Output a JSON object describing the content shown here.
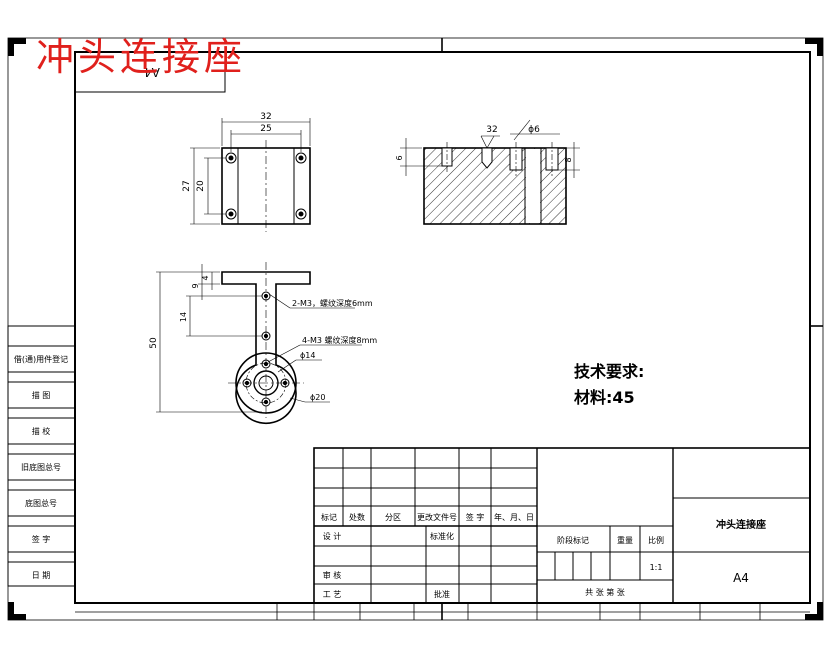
{
  "title_red": "冲头连接座",
  "title_box_text": "A4",
  "colors": {
    "line": "#000000",
    "title_red": "#e0201c",
    "dim_center": "#000000"
  },
  "top_view": {
    "dim_width_outer": "32",
    "dim_width_inner": "25",
    "dim_height_outer": "27",
    "dim_height_inner": "20"
  },
  "section_view": {
    "dim_32": "32",
    "dim_phi6": "ϕ6",
    "dim_6": "6",
    "dim_8": "8"
  },
  "front_view": {
    "dim_4": "4",
    "dim_9": "9",
    "dim_14": "14",
    "dim_50": "50",
    "note_m3_2": "2-M3，螺纹深度6mm",
    "note_m3_4": "4-M3 螺纹深度8mm",
    "dim_phi14": "ϕ14",
    "dim_phi20": "ϕ20"
  },
  "tech_req": {
    "heading": "技术要求:",
    "material": "材料:45"
  },
  "side_table": [
    "借(通)用件登记",
    "描  图",
    "描  校",
    "旧底图总号",
    "底图总号",
    "签  字",
    "日  期"
  ],
  "title_block": {
    "h_mark": "标记",
    "h_count": "处数",
    "h_zone": "分区",
    "h_doc": "更改文件号",
    "h_sign": "签  字",
    "h_date": "年、月、日",
    "design": "设  计",
    "standardize": "标准化",
    "review": "审  核",
    "process": "工  艺",
    "approve": "批准",
    "stage_mark": "阶段标记",
    "weight": "重量",
    "scale": "比例",
    "scale_value": "1:1",
    "sheets": "共    张    第    张",
    "part_name": "冲头连接座",
    "sheet_size": "A4"
  }
}
